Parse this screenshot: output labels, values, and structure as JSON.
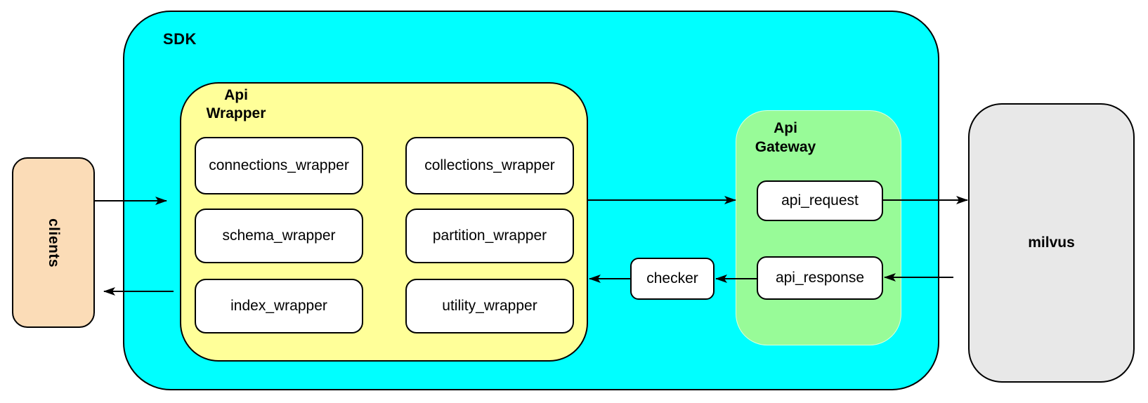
{
  "colors": {
    "canvas-bg": "#ffffff",
    "sdk-fill": "#00ffff",
    "wrapper-fill": "#ffff99",
    "gateway-fill": "#98fb98",
    "clients-fill": "#fbdcb7",
    "milvus-fill": "#e8e8e8",
    "node-fill": "#ffffff",
    "stroke": "#000000"
  },
  "nodes": {
    "clients": {
      "label": "clients"
    },
    "sdk": {
      "label": "SDK"
    },
    "api_wrapper": {
      "label_line1": "Api",
      "label_line2": "Wrapper"
    },
    "wrappers": [
      {
        "label": "connections_wrapper"
      },
      {
        "label": "collections_wrapper"
      },
      {
        "label": "schema_wrapper"
      },
      {
        "label": "partition_wrapper"
      },
      {
        "label": "index_wrapper"
      },
      {
        "label": "utility_wrapper"
      }
    ],
    "checker": {
      "label": "checker"
    },
    "api_gateway": {
      "label_line1": "Api",
      "label_line2": "Gateway"
    },
    "api_request": {
      "label": "api_request"
    },
    "api_response": {
      "label": "api_response"
    },
    "milvus": {
      "label": "milvus"
    }
  }
}
